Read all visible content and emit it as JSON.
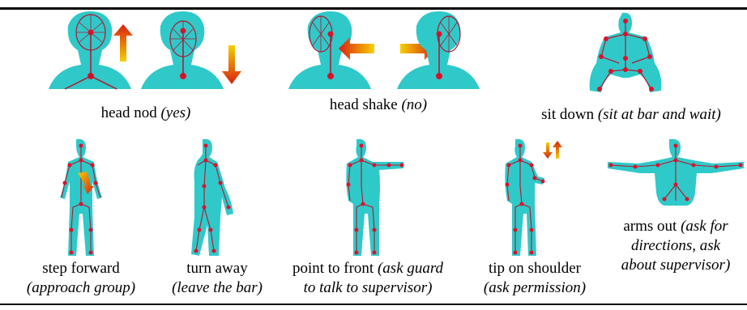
{
  "gestures": [
    {
      "id": "head-nod",
      "label": "head nod",
      "meaning": "(yes)"
    },
    {
      "id": "head-shake",
      "label": "head shake",
      "meaning": "(no)"
    },
    {
      "id": "sit-down",
      "label": "sit down",
      "meaning": "(sit at bar and wait)"
    },
    {
      "id": "step-forward",
      "label": "step forward",
      "meaning": "(approach group)"
    },
    {
      "id": "turn-away",
      "label": "turn away",
      "meaning": "(leave the bar)"
    },
    {
      "id": "point-front",
      "label": "point to front",
      "meaning_a": "(ask guard",
      "meaning_b": "to talk to supervisor)"
    },
    {
      "id": "tip-shoulder",
      "label": "tip on shoulder",
      "meaning": "(ask permission)"
    },
    {
      "id": "arms-out",
      "label": "arms out",
      "meaning_a": "(ask for",
      "meaning_b": "directions, ask",
      "meaning_c": "about supervisor)"
    }
  ],
  "colors": {
    "body": "#2fc9c9",
    "joint": "#e0102a",
    "bone": "#b01830",
    "arrow_hot": "#f5d000",
    "arrow_deep": "#d82010"
  }
}
